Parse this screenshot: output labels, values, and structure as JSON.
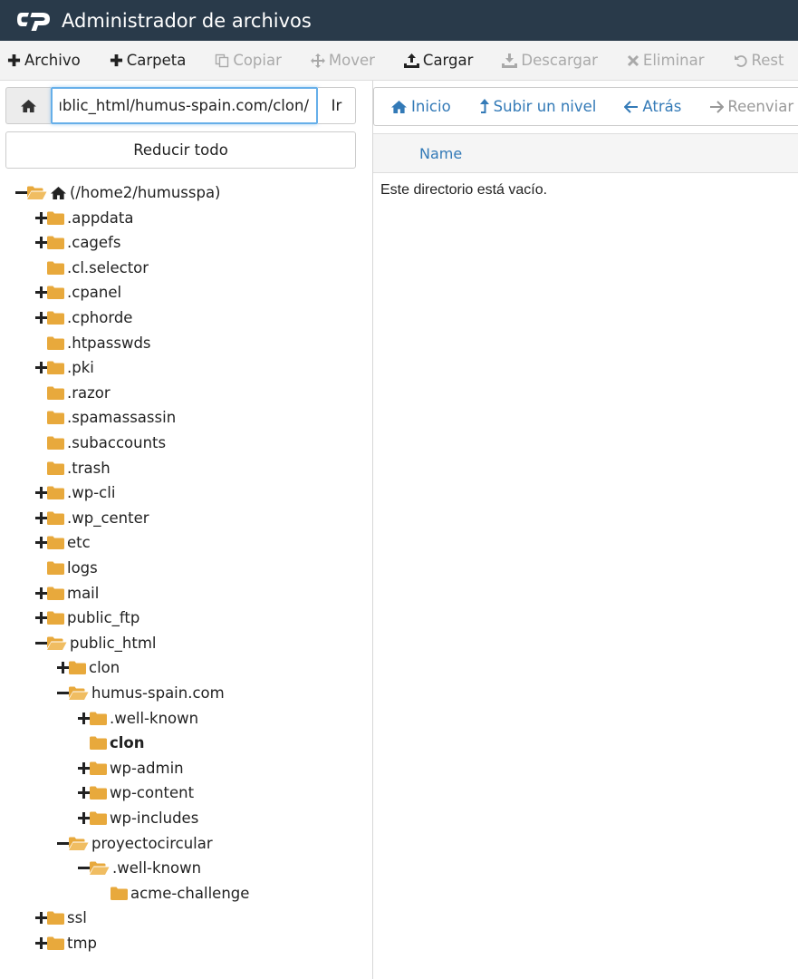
{
  "header": {
    "title": "Administrador de archivos"
  },
  "toolbar": {
    "file": "Archivo",
    "folder": "Carpeta",
    "copy": "Copiar",
    "move": "Mover",
    "upload": "Cargar",
    "download": "Descargar",
    "delete": "Eliminar",
    "restore": "Rest"
  },
  "path": {
    "value": "/public_html/humus-spain.com/clon",
    "go": "Ir"
  },
  "collapse_all": "Reducir todo",
  "tree": [
    {
      "label": "(/home2/humusspa)",
      "depth": 0,
      "toggle": "minus",
      "open": true,
      "home": true
    },
    {
      "label": ".appdata",
      "depth": 1,
      "toggle": "plus"
    },
    {
      "label": ".cagefs",
      "depth": 1,
      "toggle": "plus"
    },
    {
      "label": ".cl.selector",
      "depth": 1,
      "toggle": "none"
    },
    {
      "label": ".cpanel",
      "depth": 1,
      "toggle": "plus"
    },
    {
      "label": ".cphorde",
      "depth": 1,
      "toggle": "plus"
    },
    {
      "label": ".htpasswds",
      "depth": 1,
      "toggle": "none"
    },
    {
      "label": ".pki",
      "depth": 1,
      "toggle": "plus"
    },
    {
      "label": ".razor",
      "depth": 1,
      "toggle": "none"
    },
    {
      "label": ".spamassassin",
      "depth": 1,
      "toggle": "none"
    },
    {
      "label": ".subaccounts",
      "depth": 1,
      "toggle": "none"
    },
    {
      "label": ".trash",
      "depth": 1,
      "toggle": "none"
    },
    {
      "label": ".wp-cli",
      "depth": 1,
      "toggle": "plus"
    },
    {
      "label": ".wp_center",
      "depth": 1,
      "toggle": "plus"
    },
    {
      "label": "etc",
      "depth": 1,
      "toggle": "plus"
    },
    {
      "label": "logs",
      "depth": 1,
      "toggle": "none"
    },
    {
      "label": "mail",
      "depth": 1,
      "toggle": "plus"
    },
    {
      "label": "public_ftp",
      "depth": 1,
      "toggle": "plus"
    },
    {
      "label": "public_html",
      "depth": 1,
      "toggle": "minus",
      "open": true
    },
    {
      "label": "clon",
      "depth": 2,
      "toggle": "plus"
    },
    {
      "label": "humus-spain.com",
      "depth": 2,
      "toggle": "minus",
      "open": true
    },
    {
      "label": ".well-known",
      "depth": 3,
      "toggle": "plus"
    },
    {
      "label": "clon",
      "depth": 3,
      "toggle": "none",
      "selected": true
    },
    {
      "label": "wp-admin",
      "depth": 3,
      "toggle": "plus"
    },
    {
      "label": "wp-content",
      "depth": 3,
      "toggle": "plus"
    },
    {
      "label": "wp-includes",
      "depth": 3,
      "toggle": "plus"
    },
    {
      "label": "proyectocircular",
      "depth": 2,
      "toggle": "minus",
      "open": true
    },
    {
      "label": ".well-known",
      "depth": 3,
      "toggle": "minus",
      "open": true
    },
    {
      "label": "acme-challenge",
      "depth": 4,
      "toggle": "none"
    },
    {
      "label": "ssl",
      "depth": 1,
      "toggle": "plus"
    },
    {
      "label": "tmp",
      "depth": 1,
      "toggle": "plus"
    }
  ],
  "nav": {
    "home": "Inicio",
    "up": "Subir un nivel",
    "back": "Atrás",
    "forward": "Reenviar"
  },
  "table": {
    "col_name": "Name",
    "empty": "Este directorio está vacío."
  },
  "colors": {
    "header_bg": "#293a4a",
    "link": "#337ab7",
    "folder": "#e8a93c",
    "focus": "#66afe9"
  }
}
